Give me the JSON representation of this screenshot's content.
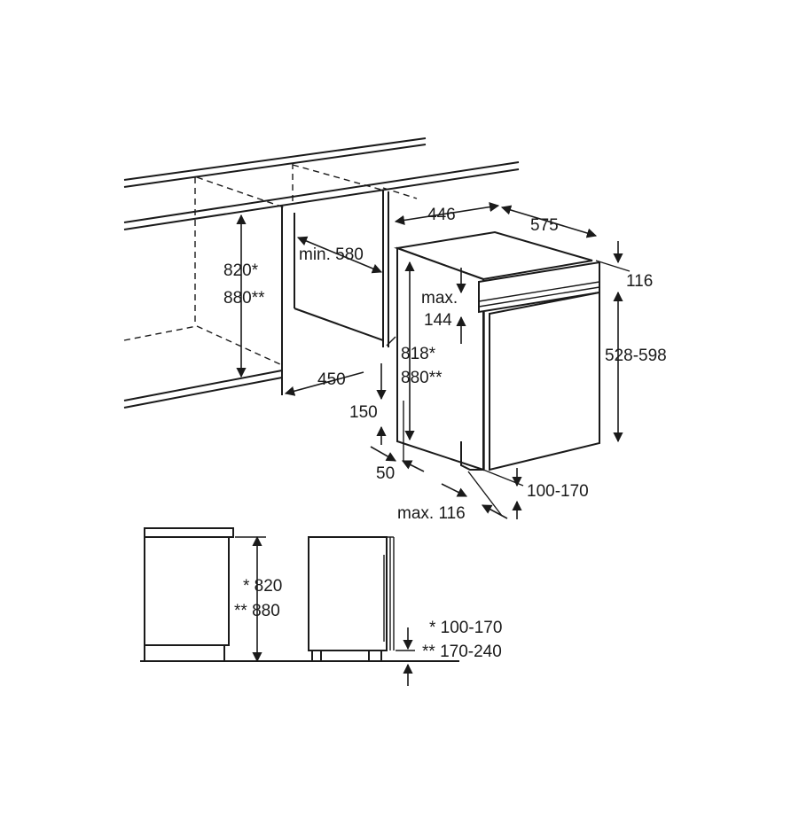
{
  "top_view": {
    "niche_height": [
      "820*",
      "880**"
    ],
    "niche_depth": "min. 580",
    "niche_width": "450",
    "appliance_width": "446",
    "appliance_depth": "575",
    "panel_top": "116",
    "panel_gap": [
      "max.",
      "144"
    ],
    "appliance_height": [
      "818*",
      "880**"
    ],
    "door_height": "528-598",
    "plinth_depth": "150",
    "plinth_offset": "50",
    "plinth_recess": "max. 116",
    "plinth_height": "100-170"
  },
  "side_view": {
    "cabinet_height": [
      "* 820",
      "** 880"
    ],
    "plinth_height": [
      "* 100-170",
      "** 170-240"
    ]
  }
}
